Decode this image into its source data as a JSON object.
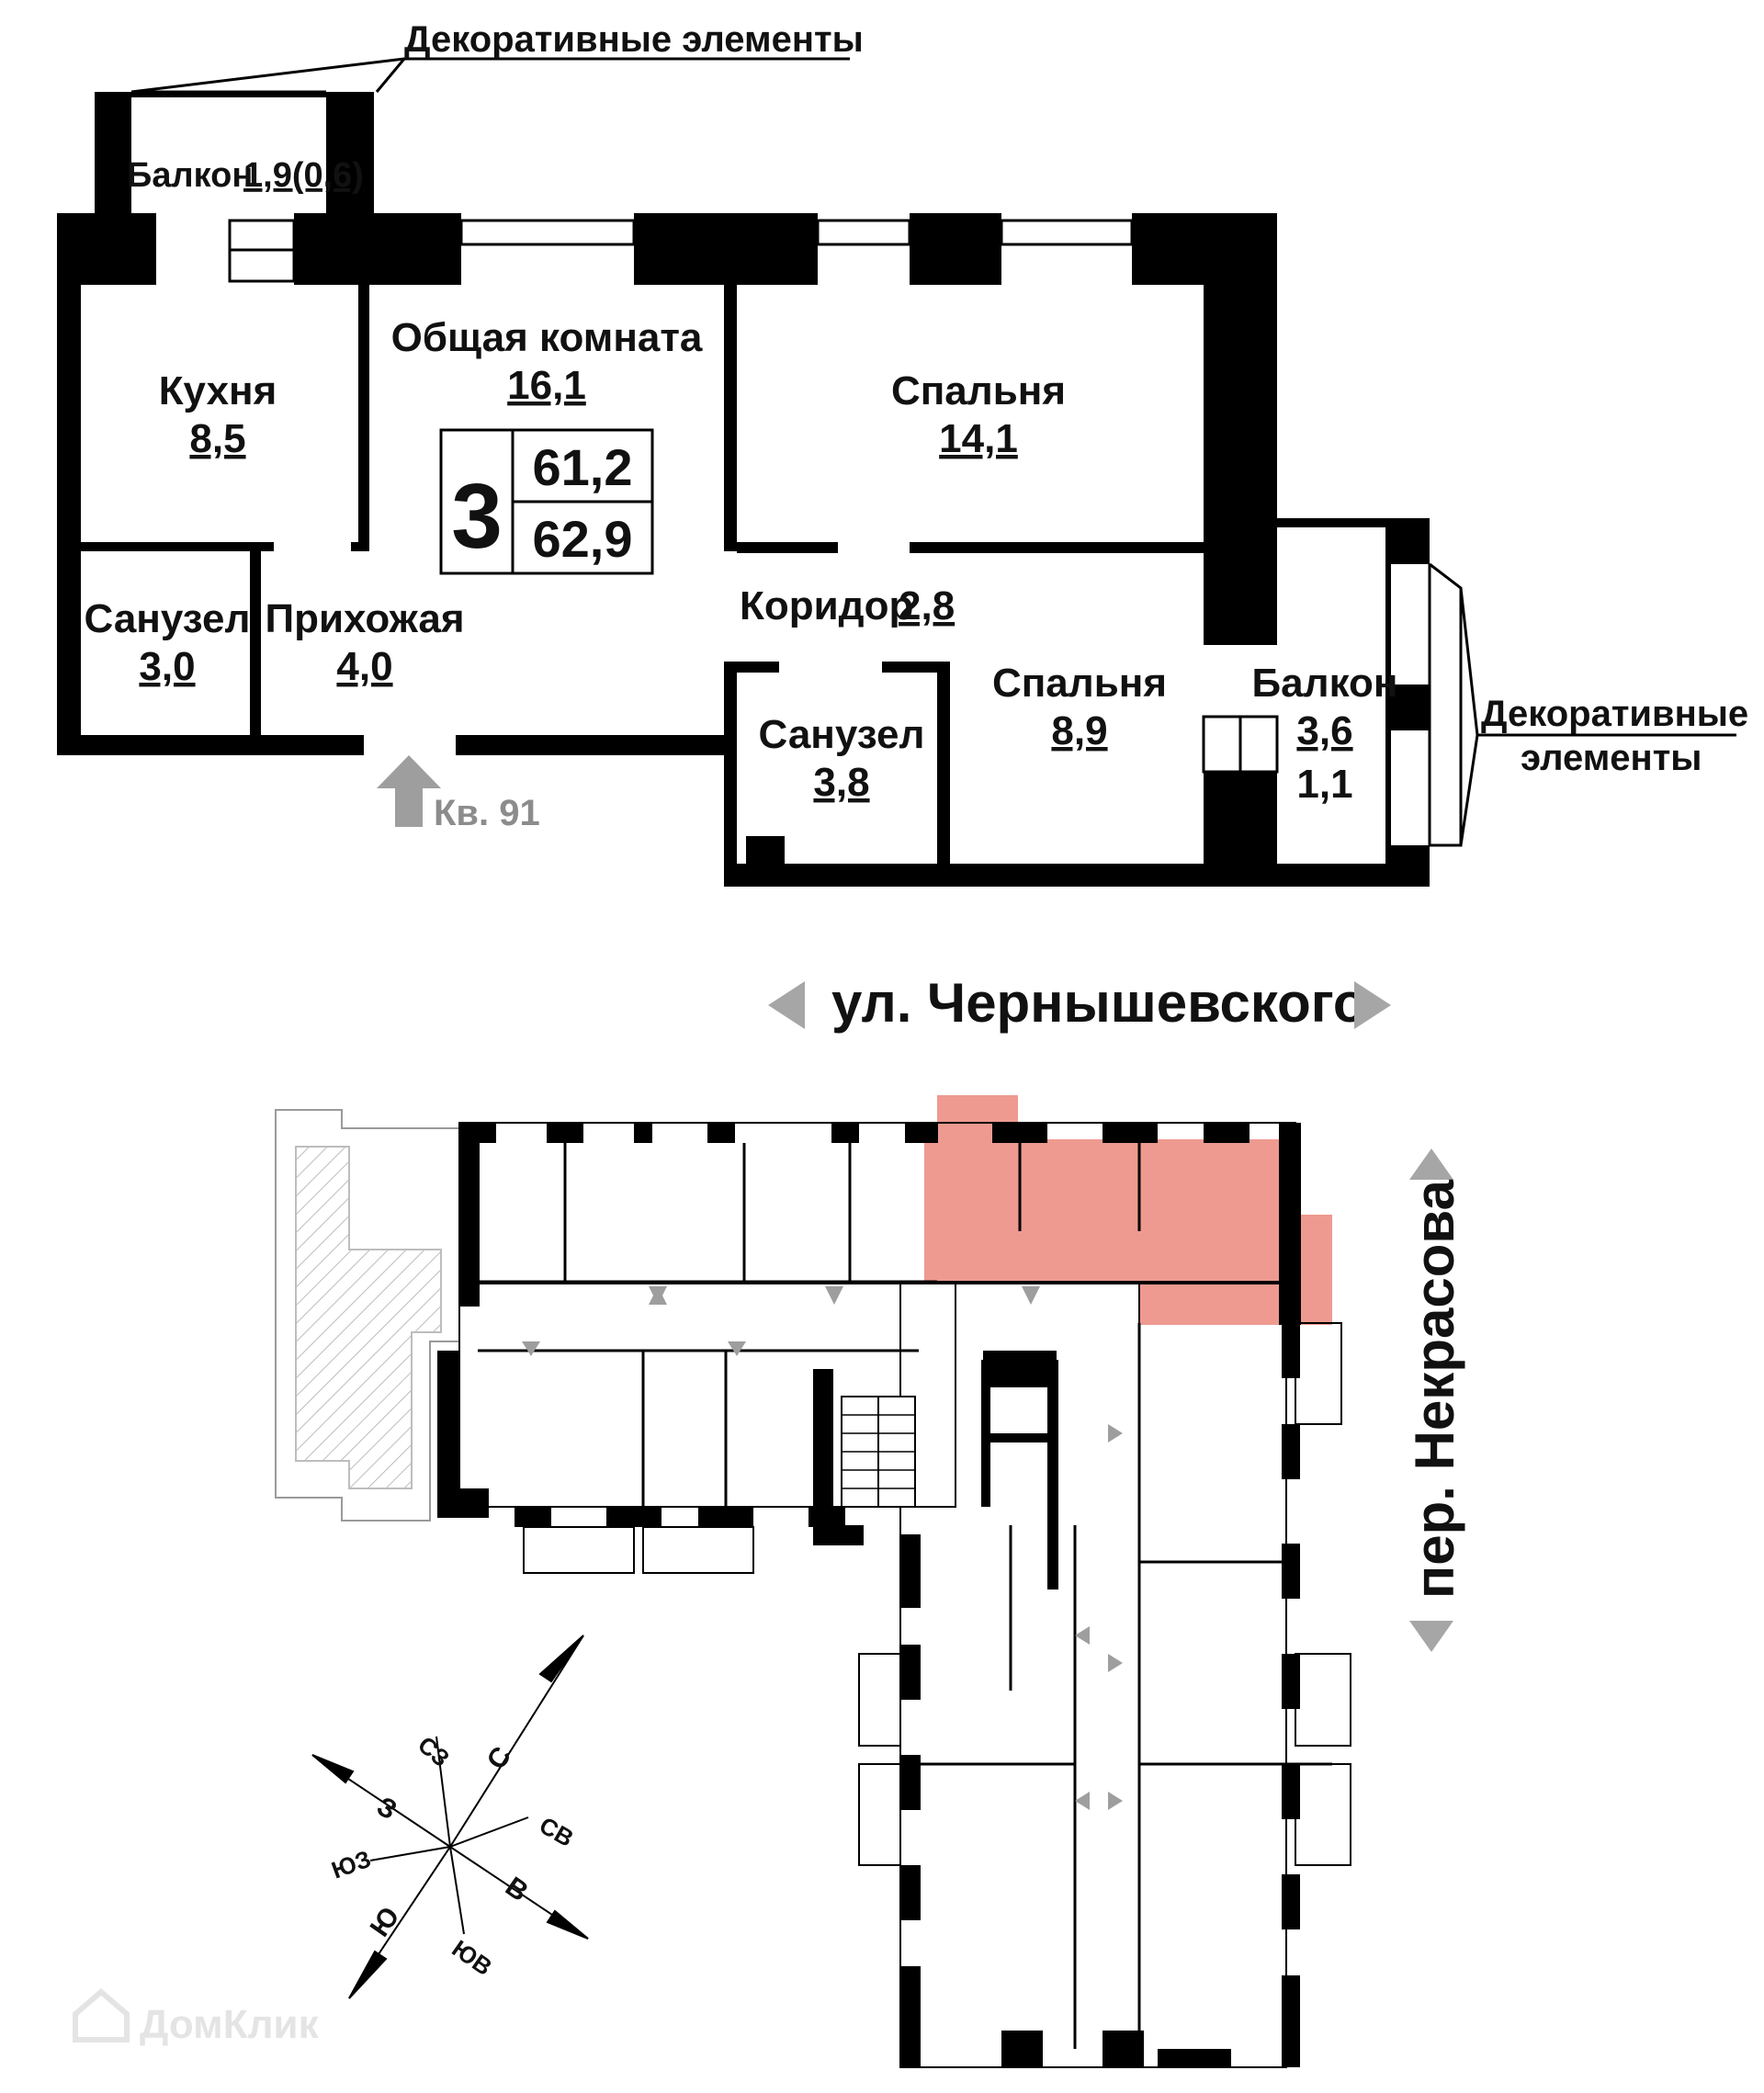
{
  "colors": {
    "wall": "#000000",
    "highlight": "#ee9a90",
    "arrow": "#9e9e9e",
    "hatch": "#bcbcbc",
    "watermark": "#e4e4e4"
  },
  "plan": {
    "decor_top": "Декоративные элементы",
    "decor_right_1": "Декоративные",
    "decor_right_2": "элементы",
    "balcony_top_name": "Балкон",
    "balcony_top_area": "1,9(0,6)",
    "kitchen": {
      "name": "Кухня",
      "area": "8,5"
    },
    "living": {
      "name": "Общая комната",
      "area": "16,1"
    },
    "bedroom_1": {
      "name": "Спальня",
      "area": "14,1"
    },
    "bath_1": {
      "name": "Санузел",
      "area": "3,0"
    },
    "hall": {
      "name": "Прихожая",
      "area": "4,0"
    },
    "corridor": {
      "name": "Коридор",
      "area": "2,8"
    },
    "bath_2": {
      "name": "Санузел",
      "area": "3,8"
    },
    "bedroom_2": {
      "name": "Спальня",
      "area": "8,9"
    },
    "balcony_right": {
      "name": "Балкон",
      "area": "3,6",
      "area_reduced": "1,1"
    },
    "entrance": "Кв. 91",
    "rooms_count": "3",
    "area_living": "61,2",
    "area_total": "62,9"
  },
  "floor": {
    "street_top": "ул. Чернышевского",
    "street_right": "пер. Некрасова"
  },
  "compass": {
    "n": "С",
    "ne": "СВ",
    "e": "В",
    "se": "ЮВ",
    "s": "Ю",
    "sw": "ЮЗ",
    "w": "З",
    "nw": "СЗ"
  },
  "watermark": "ДомКлик"
}
